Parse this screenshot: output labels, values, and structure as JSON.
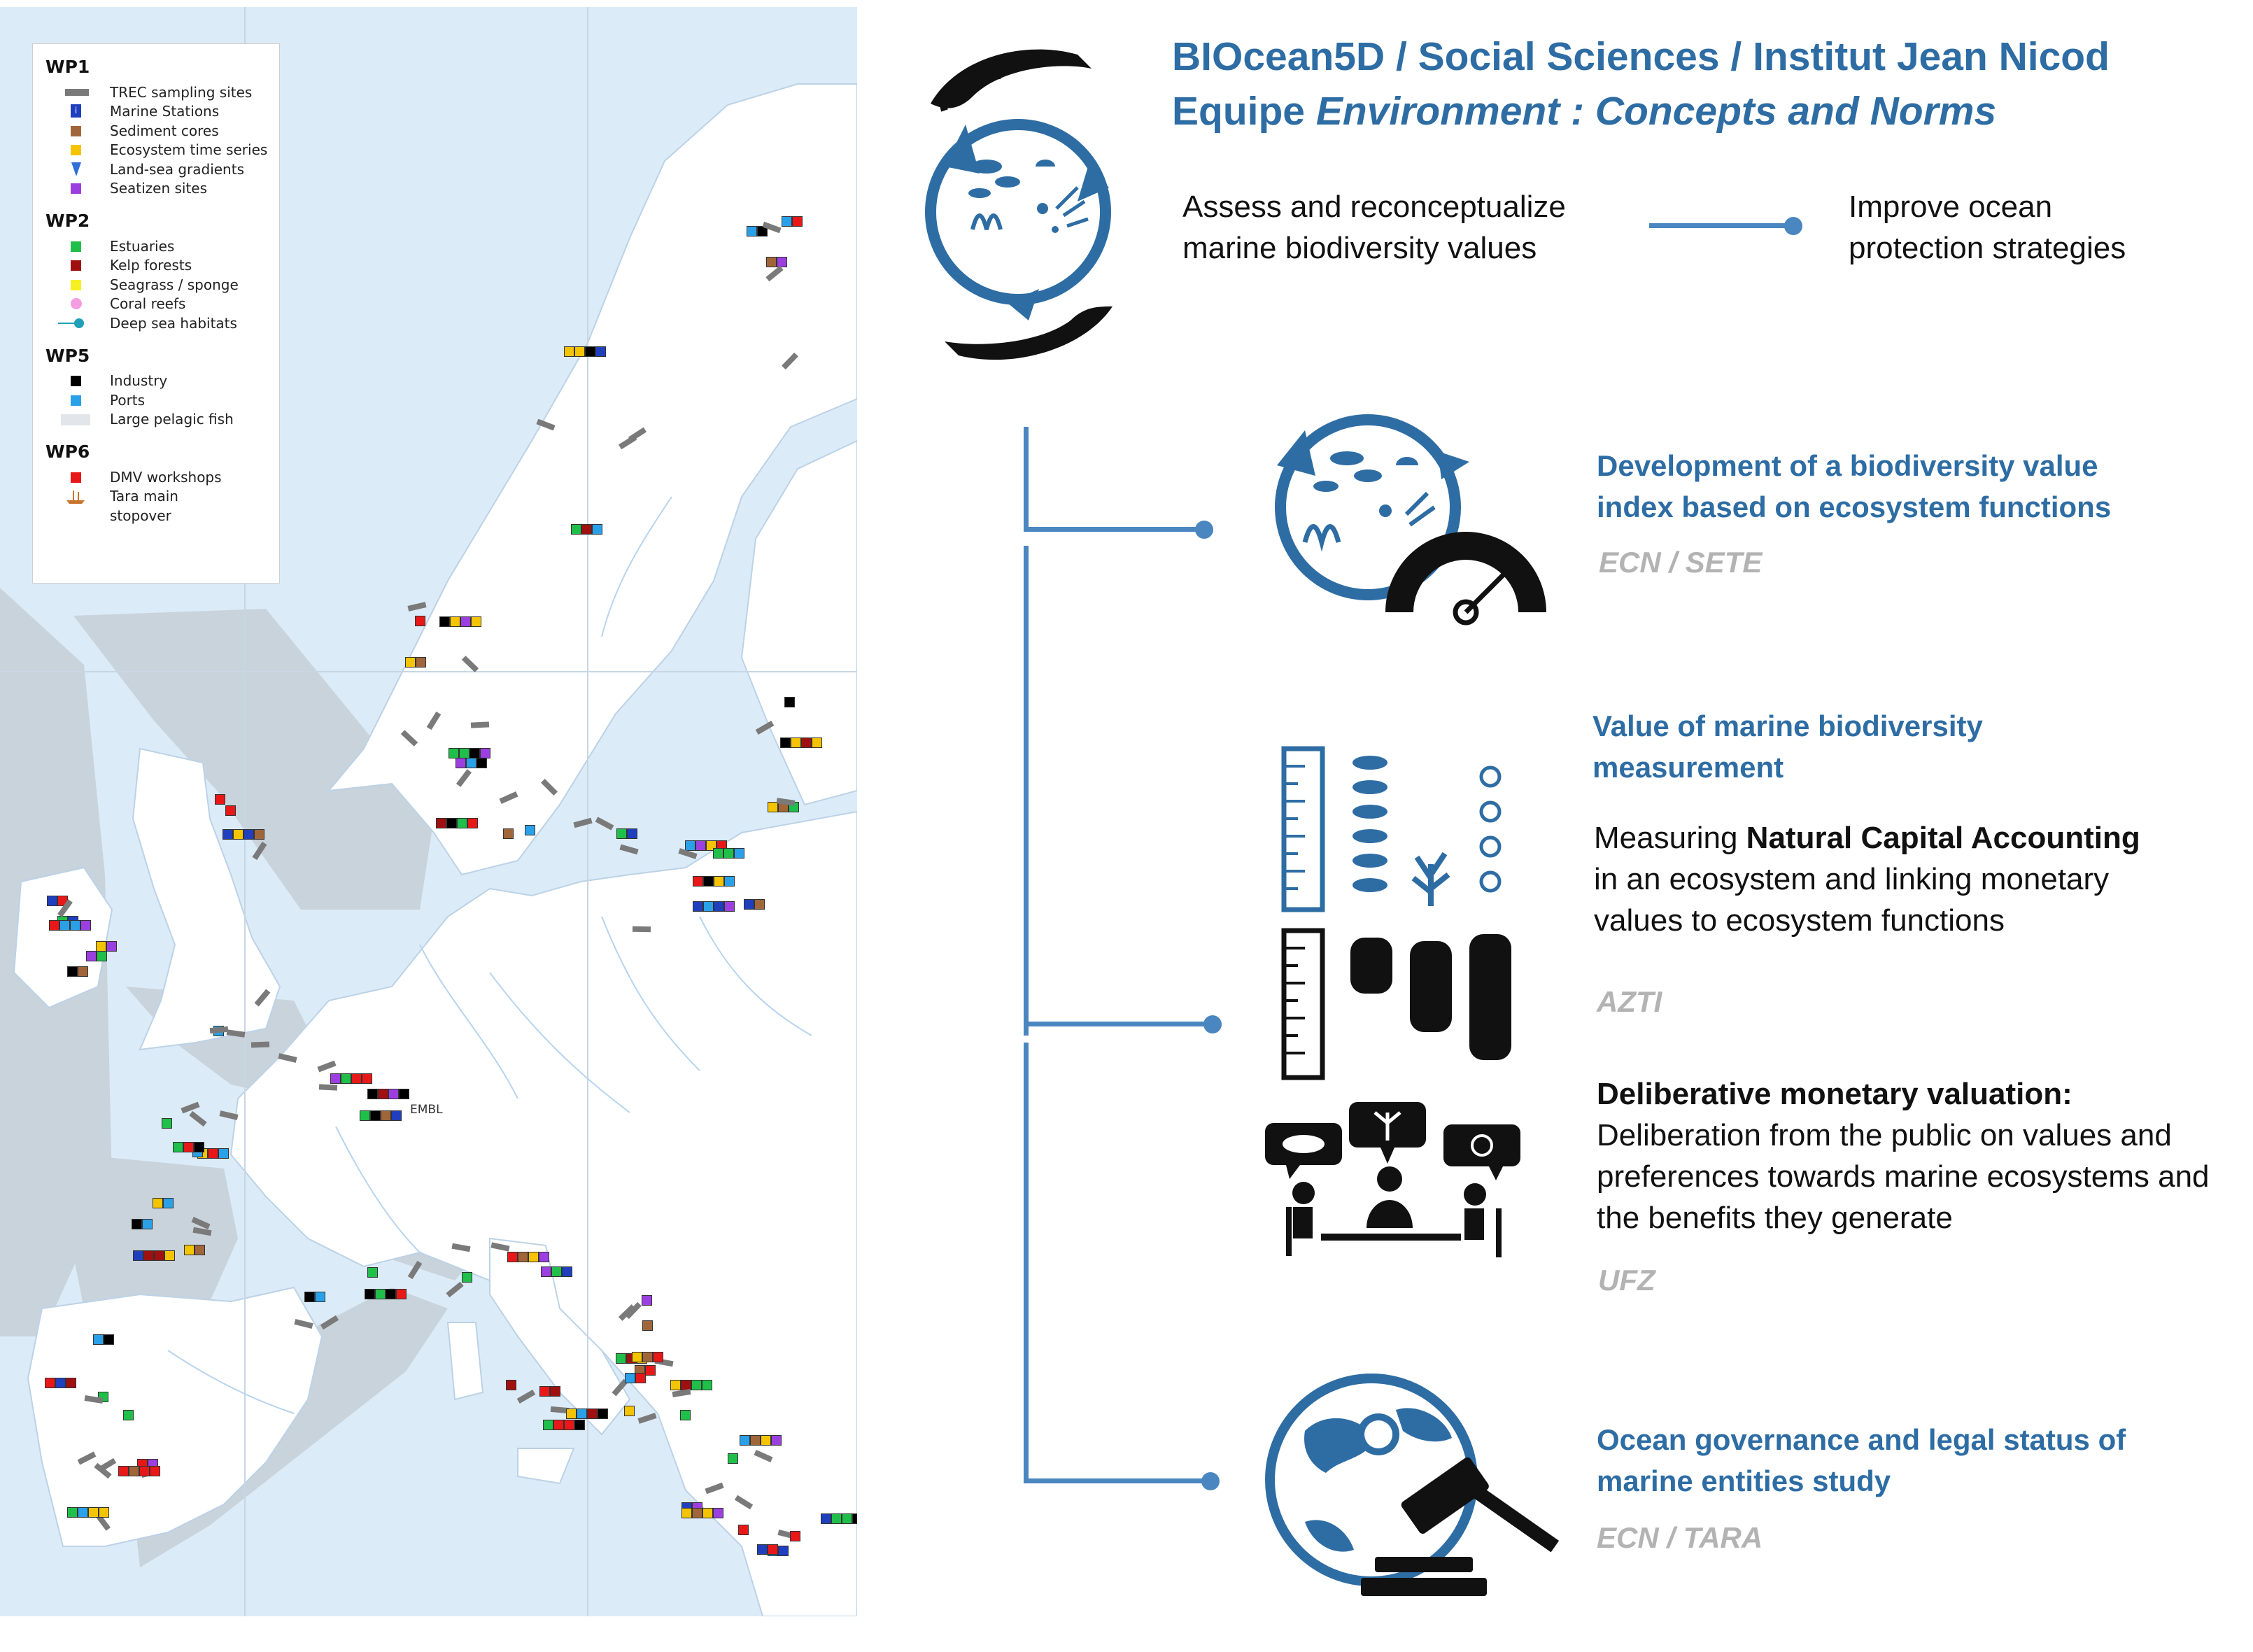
{
  "header": {
    "title_line1": "BIOcean5D / Social Sciences / Institut Jean Nicod",
    "title_line2_prefix": "Equipe ",
    "title_line2_italic": "Environment : Concepts and Norms"
  },
  "goal": {
    "left_line1": "Assess and reconceptualize",
    "left_line2": "marine biodiversity values",
    "right_line1": "Improve ocean",
    "right_line2": "protection strategies"
  },
  "sections": [
    {
      "title_line1": "Development of a biodiversity value",
      "title_line2": "index based on ecosystem functions",
      "partner": "ECN / SETE"
    },
    {
      "title_line1": "Value of marine biodiversity",
      "title_line2": "measurement",
      "desc_prefix": "Measuring ",
      "desc_bold": "Natural Capital Accounting",
      "desc_line2": "in an ecosystem and linking monetary",
      "desc_line3": "values to ecosystem functions",
      "partner": "AZTI"
    },
    {
      "title_line1": "Deliberative monetary valuation:",
      "desc_line1": "Deliberation from the public on values and",
      "desc_line2": "preferences towards marine ecosystems and",
      "desc_line3": "the benefits they generate",
      "partner": "UFZ"
    },
    {
      "title_line1": "Ocean governance and legal status of",
      "title_line2": "marine entities study",
      "partner": "ECN / TARA"
    }
  ],
  "map": {
    "embl_label": "EMBL",
    "legend": [
      {
        "heading": "WP1",
        "items": [
          {
            "label": "TREC sampling sites",
            "symbol": "gray-bar",
            "color": "#7a7a7a"
          },
          {
            "label": "Marine Stations",
            "symbol": "station-icon",
            "color": "#1f3fbf"
          },
          {
            "label": "Sediment cores",
            "symbol": "square",
            "color": "#a0663a"
          },
          {
            "label": "Ecosystem time series",
            "symbol": "square",
            "color": "#f5c400"
          },
          {
            "label": "Land-sea gradients",
            "symbol": "triangle",
            "color": "#2f6fd8"
          },
          {
            "label": "Seatizen sites",
            "symbol": "square",
            "color": "#9b3fe0"
          }
        ]
      },
      {
        "heading": "WP2",
        "items": [
          {
            "label": "Estuaries",
            "symbol": "square",
            "color": "#1fbf4a"
          },
          {
            "label": "Kelp forests",
            "symbol": "square",
            "color": "#a01010"
          },
          {
            "label": "Seagrass / sponge",
            "symbol": "square",
            "color": "#f7f020"
          },
          {
            "label": "Coral reefs",
            "symbol": "circle",
            "color": "#f49de0"
          },
          {
            "label": "Deep sea habitats",
            "symbol": "line-dot",
            "color": "#1fa0b8"
          }
        ]
      },
      {
        "heading": "WP5",
        "items": [
          {
            "label": "Industry",
            "symbol": "square",
            "color": "#000000"
          },
          {
            "label": "Ports",
            "symbol": "square",
            "color": "#2aa0e8"
          },
          {
            "label": "Large pelagic fish",
            "symbol": "pale-rect",
            "color": "#e2e6ea"
          }
        ]
      },
      {
        "heading": "WP6",
        "items": [
          {
            "label": "DMV workshops",
            "symbol": "square",
            "color": "#e81818"
          },
          {
            "label": "Tara main",
            "symbol": "boat-icon",
            "color": "#c8742c"
          },
          {
            "label": "stopover",
            "symbol": "none",
            "color": ""
          }
        ]
      }
    ]
  },
  "colors": {
    "accent": "#2e6da4",
    "connector": "#4a86c0",
    "partner": "#b3b3b3",
    "sea": "#dcebf8",
    "zone": "#c9d3dc"
  }
}
